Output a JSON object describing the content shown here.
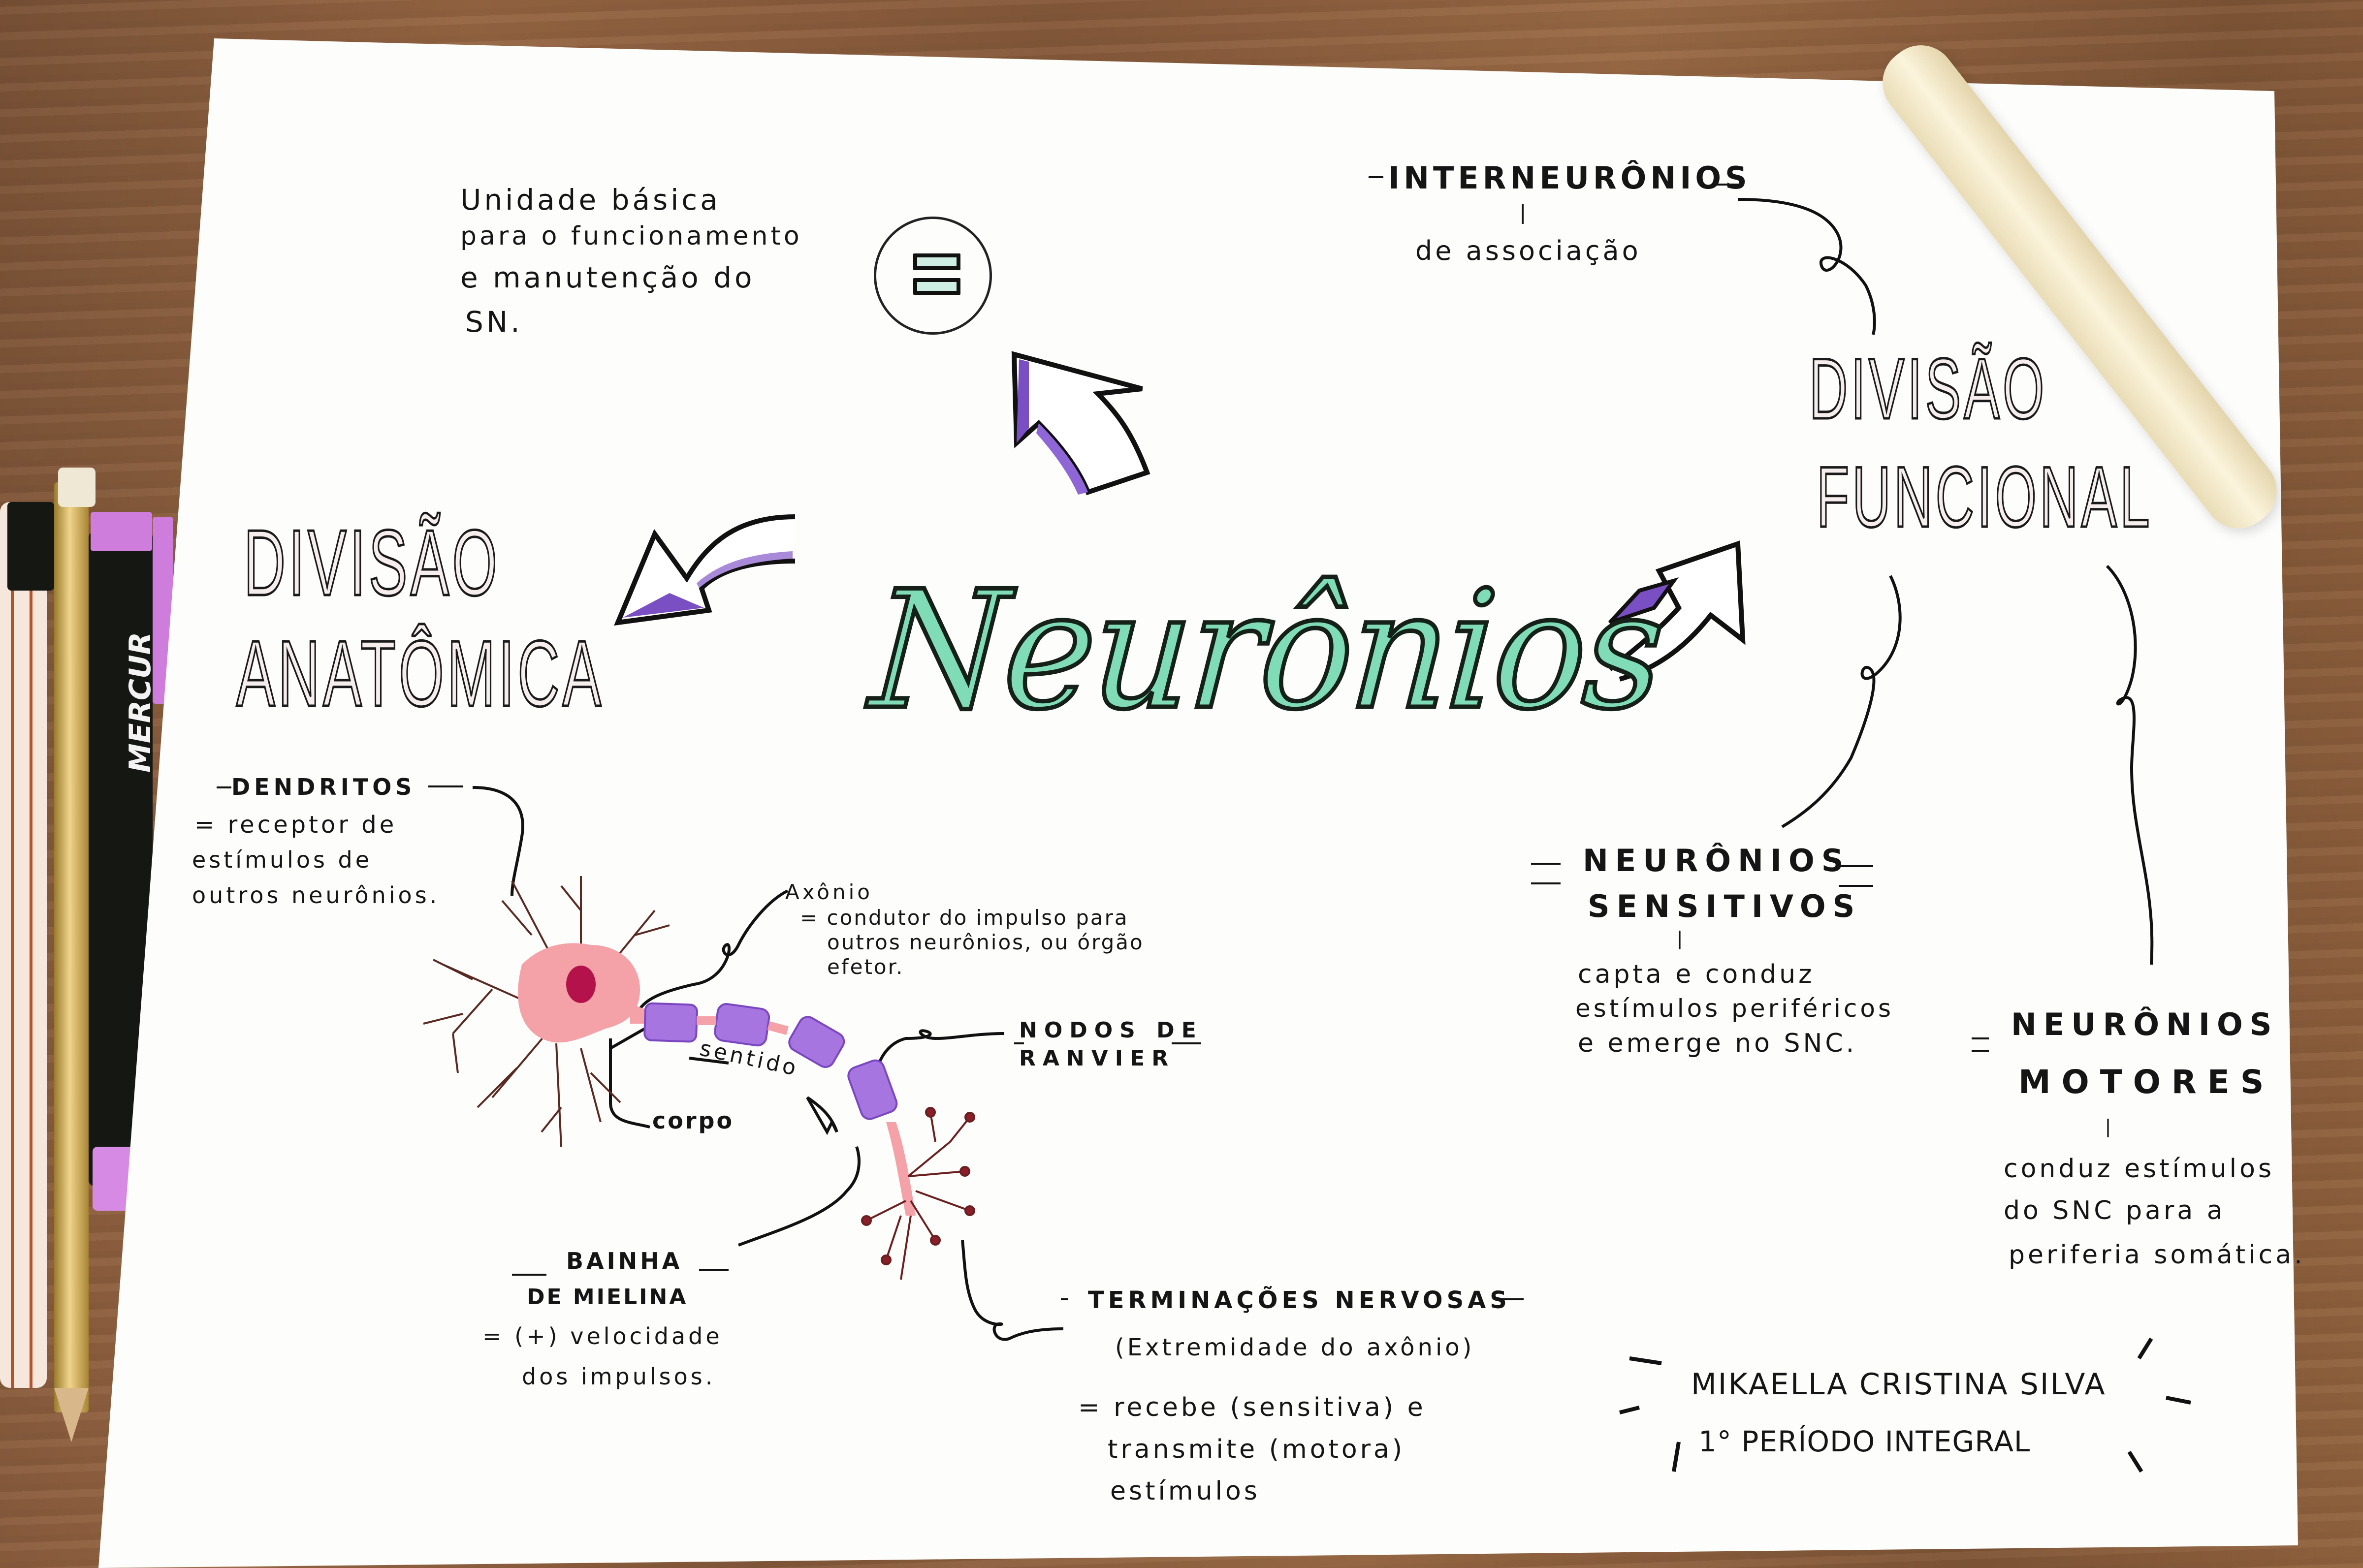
{
  "title": "Neurônios",
  "center_symbol": "=",
  "definition": {
    "lines": [
      "Unidade básica",
      "para o funcionamento",
      "e manutenção do",
      "SN."
    ]
  },
  "anatomical_division": {
    "line1": "DIVISÃO",
    "line2": "ANATÔMICA"
  },
  "functional_division": {
    "line1": "DIVISÃO",
    "line2": "FUNCIONAL"
  },
  "interneurons": {
    "heading": "INTERNEURÔNIOS",
    "connector": "|",
    "description": "de associação"
  },
  "sensory_neurons": {
    "heading_line1": "NEURÔNIOS",
    "heading_line2": "SENSITIVOS",
    "connector": "|",
    "lines": [
      "capta e conduz",
      "estímulos periféricos",
      "e emerge no SNC."
    ]
  },
  "motor_neurons": {
    "heading_line1": "NEURÔNIOS",
    "heading_line2": "MOTORES",
    "connector": "|",
    "lines": [
      "conduz estímulos",
      "do SNC para a",
      "periferia somática."
    ]
  },
  "neuron_diagram": {
    "dendrites": {
      "heading": "DENDRITOS",
      "lines": [
        "= receptor de",
        "estímulos de",
        "outros neurônios."
      ]
    },
    "axon": {
      "heading": "Axônio",
      "lines": [
        "= condutor do impulso para",
        "outros neurônios, ou órgão",
        "efetor."
      ]
    },
    "nodes": {
      "line1": "NODOS DE",
      "line2": "RANVIER"
    },
    "direction_label": "sentido",
    "body_label": "corpo",
    "myelin": {
      "line1": "BAINHA",
      "line2": "DE MIELINA",
      "lines": [
        "= (+) velocidade",
        "dos impulsos."
      ]
    },
    "terminals": {
      "heading": "TERMINAÇÕES NERVOSAS",
      "subtitle": "(Extremidade do axônio)",
      "lines": [
        "= recebe (sensitiva) e",
        "transmite (motora)",
        "estímulos"
      ]
    }
  },
  "signature": {
    "name": "MIKAELLA CRISTINA SILVA",
    "period": "1° PERÍODO INTEGRAL"
  },
  "desk_items": {
    "pen_brand": "MERCUR"
  },
  "colors": {
    "title_fill": "#7fdcb6",
    "arrow_purple": "#7b4fc4",
    "neuron_pink": "#f4a1a8",
    "myelin_purple": "#a775e0",
    "ink": "#151515",
    "paper": "#fdfdfb",
    "eraser_pink": "#d27be0"
  }
}
